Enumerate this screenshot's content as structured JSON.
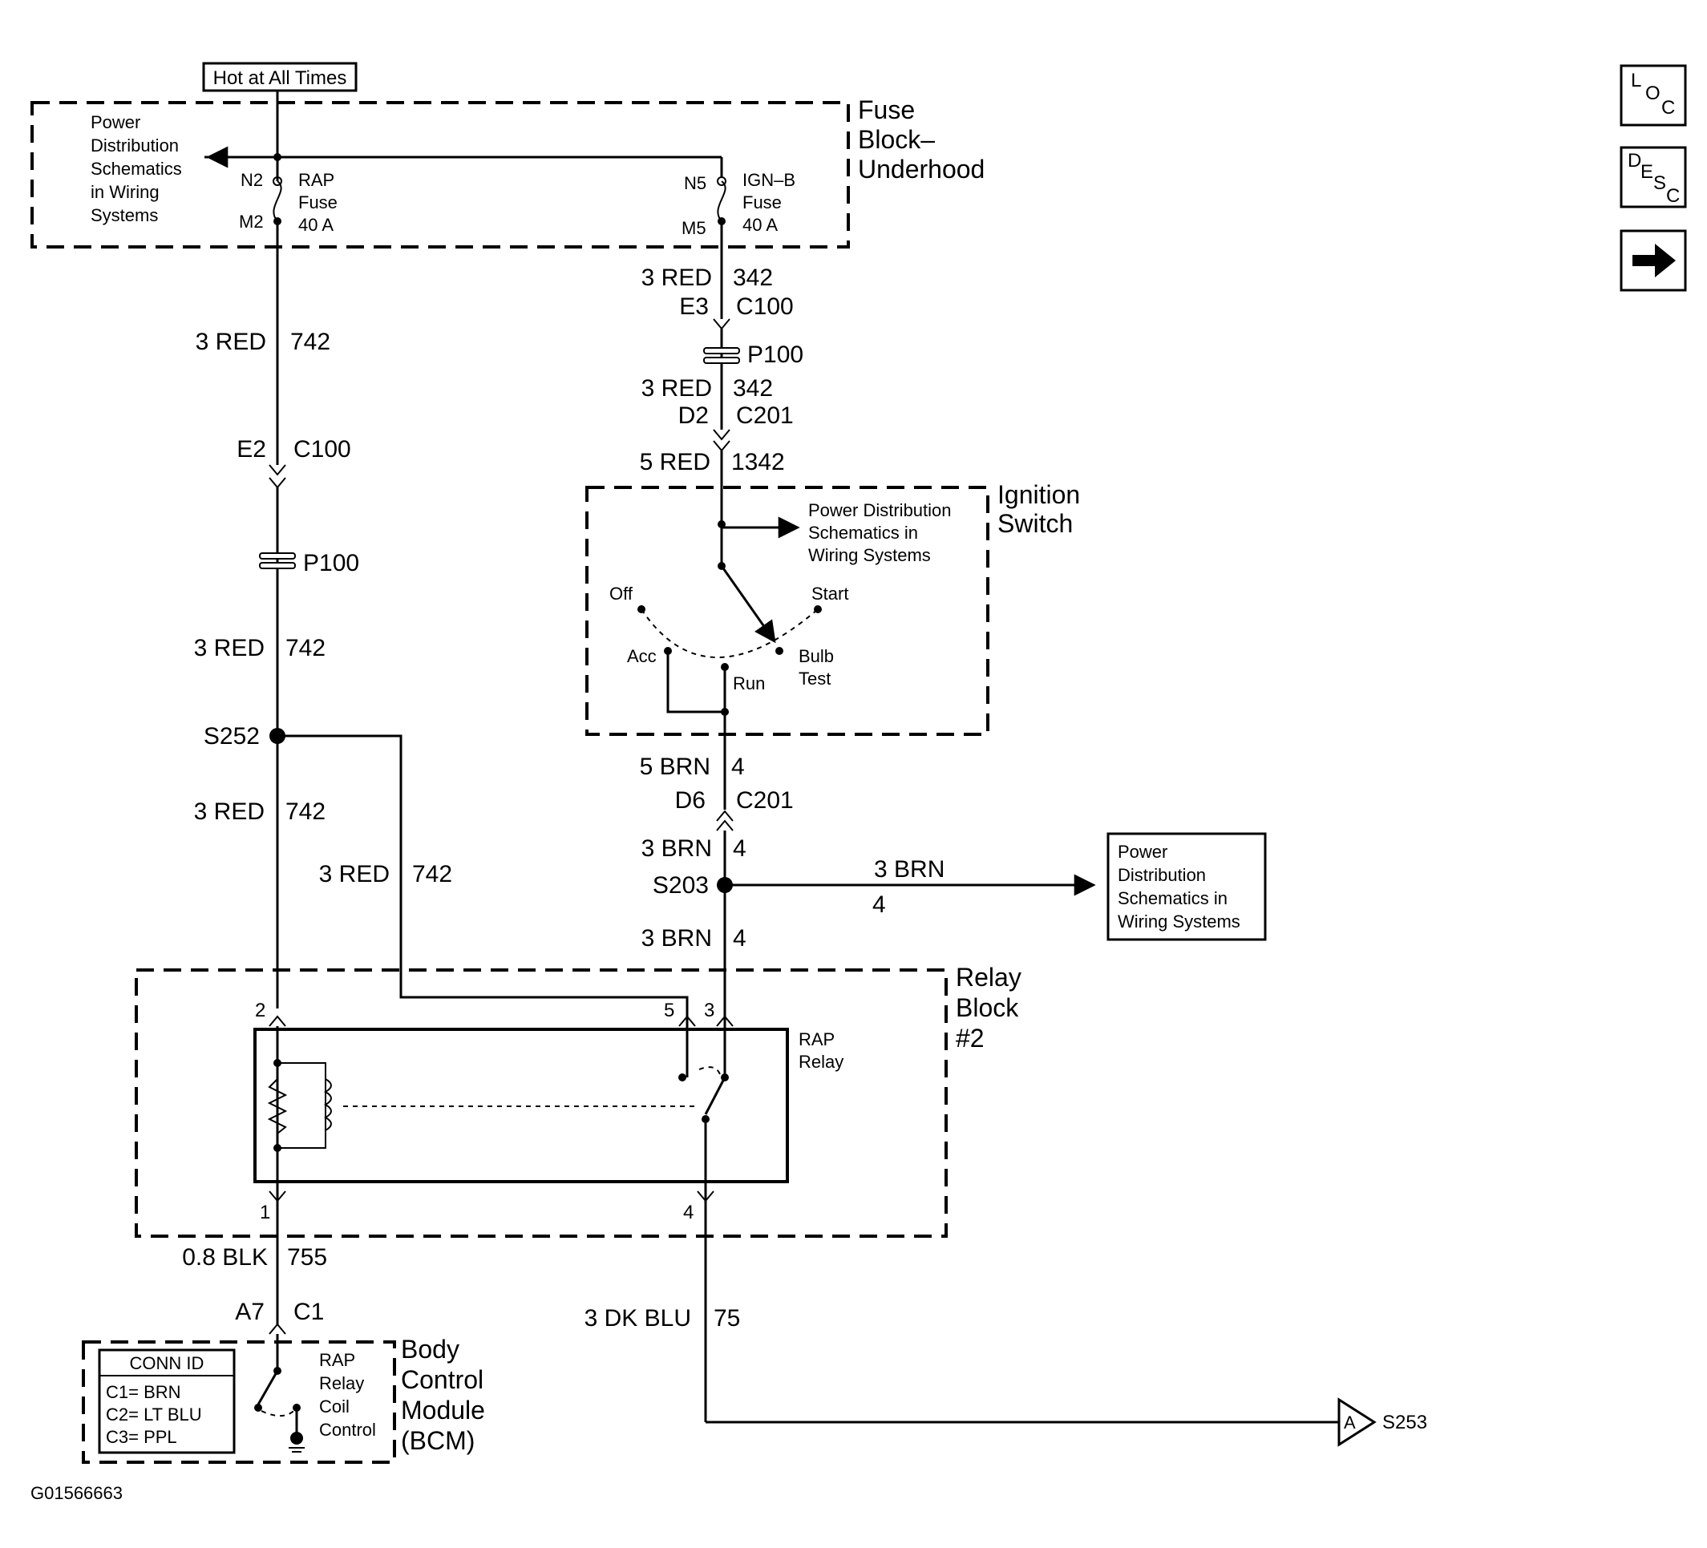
{
  "hot_label": "Hot at All Times",
  "fuse_block": {
    "title": [
      "Fuse",
      "Block–",
      "Underhood"
    ],
    "pd_note": [
      "Power",
      "Distribution",
      "Schematics",
      "in Wiring",
      "Systems"
    ],
    "rap_fuse": {
      "top": "N2",
      "bottom": "M2",
      "name": [
        "RAP",
        "Fuse",
        "40 A"
      ]
    },
    "ign_fuse": {
      "top": "N5",
      "bottom": "M5",
      "name": [
        "IGN–B",
        "Fuse",
        "40 A"
      ]
    }
  },
  "left_branch": {
    "w1_gauge": "3 RED",
    "w1_circuit": "742",
    "conn_pin": "E2",
    "conn_id": "C100",
    "splice_pass": "P100",
    "w2_gauge": "3 RED",
    "w2_circuit": "742",
    "splice": "S252",
    "w3_gauge": "3 RED",
    "w3_circuit": "742",
    "w4_gauge": "3 RED",
    "w4_circuit": "742"
  },
  "right_branch": {
    "w1_gauge": "3 RED",
    "w1_circuit": "342",
    "c1_pin": "E3",
    "c1_id": "C100",
    "pass": "P100",
    "w2_gauge": "3 RED",
    "w2_circuit": "342",
    "c2_pin": "D2",
    "c2_id": "C201",
    "w3_gauge": "5 RED",
    "w3_circuit": "1342"
  },
  "ignition": {
    "title": [
      "Ignition",
      "Switch"
    ],
    "pd_note": [
      "Power Distribution",
      "Schematics in",
      "Wiring Systems"
    ],
    "positions": {
      "off": "Off",
      "start": "Start",
      "acc": "Acc",
      "run": "Run",
      "bulb": [
        "Bulb",
        "Test"
      ]
    }
  },
  "lower_right": {
    "w1_gauge": "5 BRN",
    "w1_circuit": "4",
    "c_pin": "D6",
    "c_id": "C201",
    "w2_gauge": "3 BRN",
    "w2_circuit": "4",
    "splice": "S203",
    "branch_gauge": "3 BRN",
    "branch_circuit": "4",
    "w3_gauge": "3 BRN",
    "w3_circuit": "4",
    "pd_box": [
      "Power",
      "Distribution",
      "Schematics in",
      "Wiring Systems"
    ]
  },
  "relay_block": {
    "title": [
      "Relay",
      "Block",
      "#2"
    ],
    "relay": [
      "RAP",
      "Relay"
    ],
    "pins": {
      "p1": "1",
      "p2": "2",
      "p3": "3",
      "p4": "4",
      "p5": "5"
    }
  },
  "bottom_left": {
    "w_gauge": "0.8 BLK",
    "w_circuit": "755",
    "c_pin": "A7",
    "c_id": "C1"
  },
  "bcm": {
    "title": [
      "Body",
      "Control",
      "Module",
      "(BCM)"
    ],
    "conn_title": "CONN ID",
    "conn_rows": [
      "C1= BRN",
      "C2= LT BLU",
      "C3= PPL"
    ],
    "control": [
      "RAP",
      "Relay",
      "Coil",
      "Control"
    ]
  },
  "bottom_right": {
    "w_gauge": "3 DK BLU",
    "w_circuit": "75",
    "off_ref": "A",
    "splice": "S253"
  },
  "figure_id": "G01566663",
  "nav": {
    "loc": [
      "L",
      "O",
      "C"
    ],
    "desc": [
      "D",
      "E",
      "S",
      "C"
    ]
  }
}
